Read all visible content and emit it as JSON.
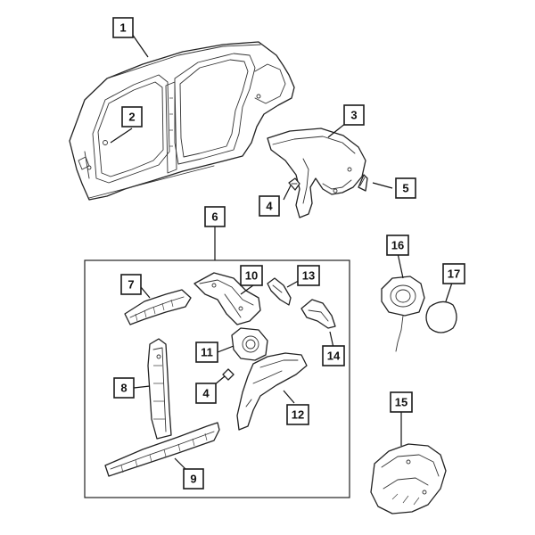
{
  "callouts": [
    {
      "id": "c1",
      "label": "1"
    },
    {
      "id": "c2",
      "label": "2"
    },
    {
      "id": "c3",
      "label": "3"
    },
    {
      "id": "c4a",
      "label": "4"
    },
    {
      "id": "c5",
      "label": "5"
    },
    {
      "id": "c6",
      "label": "6"
    },
    {
      "id": "c7",
      "label": "7"
    },
    {
      "id": "c8",
      "label": "8"
    },
    {
      "id": "c9",
      "label": "9"
    },
    {
      "id": "c10",
      "label": "10"
    },
    {
      "id": "c11",
      "label": "11"
    },
    {
      "id": "c4b",
      "label": "4"
    },
    {
      "id": "c12",
      "label": "12"
    },
    {
      "id": "c13",
      "label": "13"
    },
    {
      "id": "c14",
      "label": "14"
    },
    {
      "id": "c15",
      "label": "15"
    },
    {
      "id": "c16",
      "label": "16"
    },
    {
      "id": "c17",
      "label": "17"
    }
  ],
  "colors": {
    "line": "#222222",
    "background": "#ffffff"
  }
}
